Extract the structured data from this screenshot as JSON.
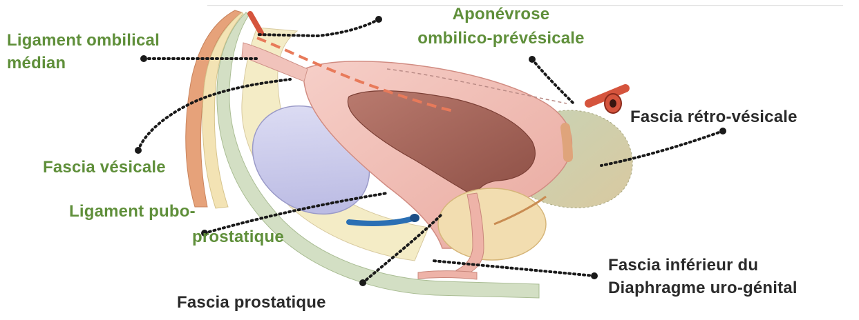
{
  "colors": {
    "label_green": "#5f8f3a",
    "label_dark": "#2a2a2a",
    "leader_line": "#1a1a1a",
    "bladder": "#eeb7b0",
    "bladder_lumen": "#a8685e",
    "artery": "#d5543d",
    "vein": "#2a6fb4",
    "pubic_bone": "#c9c9ea",
    "fascia": "#cfdcc2",
    "fat": "#f1e6b1",
    "prostate": "#f1dcad"
  },
  "labels": {
    "aponevrose": [
      "Aponévrose",
      "ombilico-prévésicale"
    ],
    "ligament_ombilical": [
      "Ligament ombilical",
      "médian"
    ],
    "fascia_retro": "Fascia rétro-vésicale",
    "fascia_vesicale": "Fascia vésicale",
    "ligament_pubo": [
      "Ligament pubo-",
      "prostatique"
    ],
    "fascia_inferieur": [
      "Fascia inférieur du",
      "Diaphragme uro-génital"
    ],
    "fascia_prostatique": "Fascia prostatique"
  }
}
